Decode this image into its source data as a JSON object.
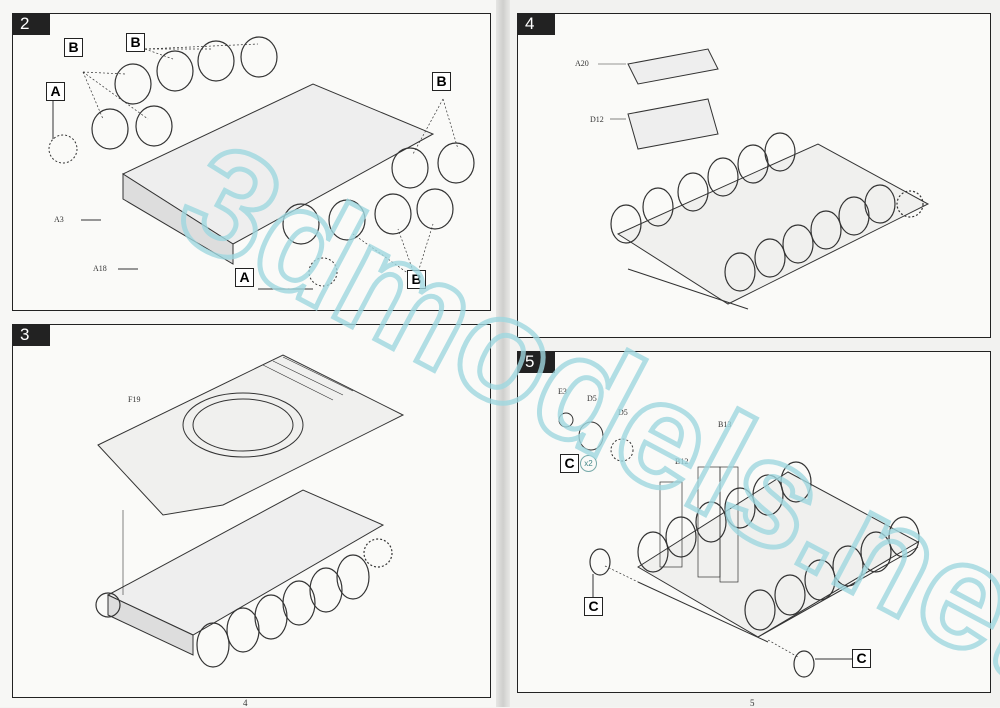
{
  "pages": {
    "left_number": "4",
    "right_number": "5"
  },
  "step2": {
    "number": "2",
    "callouts": [
      "B",
      "B",
      "A",
      "B",
      "A",
      "B"
    ],
    "parts": [
      "A3",
      "A18"
    ]
  },
  "step3": {
    "number": "3",
    "parts": [
      "F19"
    ]
  },
  "step4": {
    "number": "4",
    "parts": [
      "A20",
      "D12"
    ]
  },
  "step5": {
    "number": "5",
    "callouts": [
      "C",
      "C",
      "C"
    ],
    "multiplier": "x2",
    "parts": [
      "E3",
      "D5",
      "D5",
      "B13",
      "B12"
    ]
  },
  "watermark": {
    "text": "3dmodels.net",
    "color": "#9fd8e0"
  }
}
